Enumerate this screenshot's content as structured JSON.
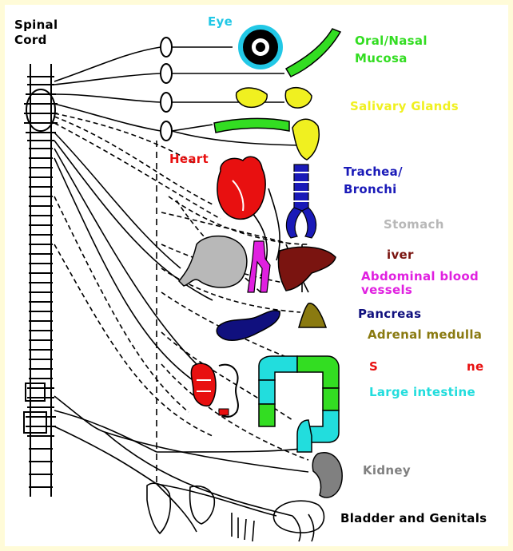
{
  "labels": {
    "spinal_cord": [
      "Spinal",
      "Cord"
    ],
    "eye": "Eye",
    "oral_nasal_mucosa": [
      "Oral/Nasal",
      "Mucosa"
    ],
    "salivary_glands": "Salivary Glands",
    "heart": "Heart",
    "trachea_bronchi": [
      "Trachea/",
      "Bronchi"
    ],
    "stomach": "Stomach",
    "liver": "iver",
    "abdominal_blood_vessels": [
      "Abdominal blood",
      "vessels"
    ],
    "pancreas": "Pancreas",
    "adrenal_medulla": "Adrenal medulla",
    "small_intestine_left": "S",
    "small_intestine_right": "ne",
    "large_intestine": "Large intestine",
    "kidney": "Kidney",
    "bladder_genitals": "Bladder and Genitals"
  },
  "colors": {
    "eye": "#22c8e6",
    "oral_nasal_mucosa": "#33dd22",
    "salivary_glands": "#f0f020",
    "heart": "#e81010",
    "trachea_bronchi": "#1a1ab8",
    "stomach": "#b8b8b8",
    "liver": "#7a1410",
    "abdominal_blood_vessels": "#e020e0",
    "pancreas": "#10107e",
    "adrenal_medulla": "#8a7a10",
    "small_intestine": "#e81010",
    "large_intestine": "#22dddd",
    "kidney": "#808080",
    "bladder_genitals": "#000000",
    "spinal_cord": "#000000"
  }
}
